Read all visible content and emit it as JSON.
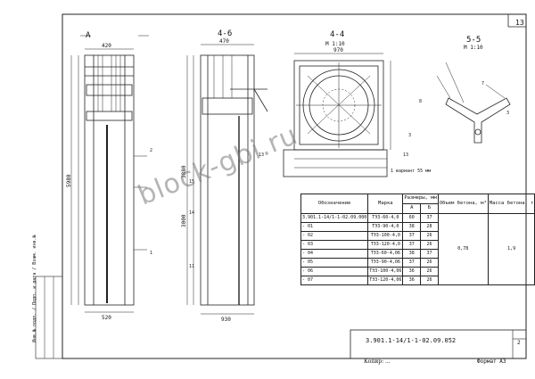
{
  "sheet": {
    "page_number": "13",
    "sheet_number": "2",
    "document_code": "3.901.1-14/1-1-02.09.052",
    "copier": "Копир: ...",
    "format": "Формат А3",
    "side_stamp": "Инв.№ подл. / Подп. и дата / Взам. инв.№"
  },
  "views": {
    "view_a": "А",
    "view_b": "4-6",
    "section_44": "4-4",
    "section_44_scale": "М 1:10",
    "section_55": "5-5",
    "section_55_scale": "М 1:10",
    "view_a_width": "420",
    "view_b_width": "470",
    "section_width": "970",
    "bottom_dim_a": "520",
    "bottom_dim_b": "930",
    "height_a": "5980",
    "height_b": "3880",
    "height_c": "3000",
    "note_text": "1 вариант 55 мм"
  },
  "watermark": "block-gbi.ru",
  "table": {
    "headers": {
      "designation": "Обозначение",
      "brand": "Марка",
      "dims": "Размеры, мм",
      "dim_a": "А",
      "dim_b": "Б",
      "volume": "Объем бетона, м³",
      "mass": "Масса бетона, т"
    },
    "rows": [
      {
        "designation": "3.901.1-14/1-1-02.09.000",
        "brand": "ТЭ3-60-4,0",
        "a": "60",
        "b": "37"
      },
      {
        "designation": "- 01",
        "brand": "ТЭ3-90-4,0",
        "a": "38",
        "b": "28"
      },
      {
        "designation": "- 02",
        "brand": "ТЭ3-100-4,0",
        "a": "37",
        "b": "26"
      },
      {
        "designation": "- 03",
        "brand": "ТЭ3-120-4,0",
        "a": "37",
        "b": "26"
      },
      {
        "designation": "- 04",
        "brand": "ТЭ3-60-4,06",
        "a": "38",
        "b": "37"
      },
      {
        "designation": "- 05",
        "brand": "ТЭ3-90-4,06",
        "a": "37",
        "b": "26"
      },
      {
        "designation": "- 06",
        "brand": "ТЭ3-100-4,06",
        "a": "36",
        "b": "26"
      },
      {
        "designation": "- 07",
        "brand": "ТЭ3-120-4,06",
        "a": "36",
        "b": "26"
      }
    ],
    "shared_volume": "0,78",
    "shared_mass": "1,9"
  }
}
